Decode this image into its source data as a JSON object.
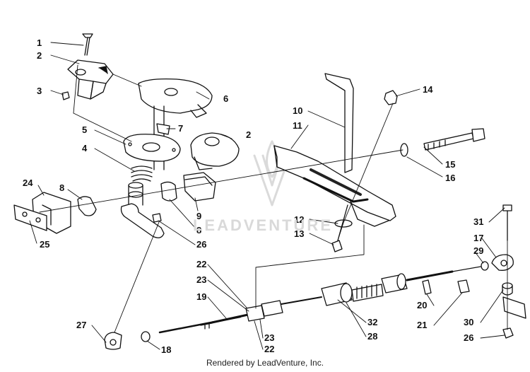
{
  "diagram": {
    "callouts": [
      {
        "id": "c1",
        "text": "1"
      },
      {
        "id": "c2a",
        "text": "2"
      },
      {
        "id": "c3",
        "text": "3"
      },
      {
        "id": "c6",
        "text": "6"
      },
      {
        "id": "c7",
        "text": "7"
      },
      {
        "id": "c2b",
        "text": "2"
      },
      {
        "id": "c5",
        "text": "5"
      },
      {
        "id": "c4",
        "text": "4"
      },
      {
        "id": "c8a",
        "text": "8"
      },
      {
        "id": "c24",
        "text": "24"
      },
      {
        "id": "c25",
        "text": "25"
      },
      {
        "id": "c9",
        "text": "9"
      },
      {
        "id": "c8b",
        "text": "8"
      },
      {
        "id": "c26a",
        "text": "26"
      },
      {
        "id": "c10",
        "text": "10"
      },
      {
        "id": "c11",
        "text": "11"
      },
      {
        "id": "c14",
        "text": "14"
      },
      {
        "id": "c15",
        "text": "15"
      },
      {
        "id": "c16",
        "text": "16"
      },
      {
        "id": "c12",
        "text": "12"
      },
      {
        "id": "c13",
        "text": "13"
      },
      {
        "id": "c31",
        "text": "31"
      },
      {
        "id": "c17",
        "text": "17"
      },
      {
        "id": "c29",
        "text": "29"
      },
      {
        "id": "c22a",
        "text": "22"
      },
      {
        "id": "c23a",
        "text": "23"
      },
      {
        "id": "c19",
        "text": "19"
      },
      {
        "id": "c27",
        "text": "27"
      },
      {
        "id": "c18",
        "text": "18"
      },
      {
        "id": "c23b",
        "text": "23"
      },
      {
        "id": "c22b",
        "text": "22"
      },
      {
        "id": "c32",
        "text": "32"
      },
      {
        "id": "c28",
        "text": "28"
      },
      {
        "id": "c20",
        "text": "20"
      },
      {
        "id": "c21",
        "text": "21"
      },
      {
        "id": "c30",
        "text": "30"
      },
      {
        "id": "c26b",
        "text": "26"
      }
    ]
  },
  "watermark": "LEADVENTURE",
  "footer": "Rendered by LeadVenture, Inc."
}
